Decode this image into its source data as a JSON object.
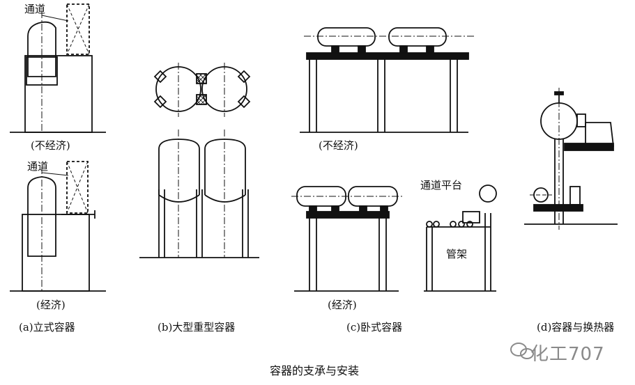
{
  "labels": {
    "passage_a1": "通道",
    "passage_a2": "通道",
    "passage_platform": "通道平台",
    "pipe_rack": "管架"
  },
  "notes": {
    "a_uneconomical": "(不经济)",
    "a_economical": "(经济)",
    "c_uneconomical": "(不经济)",
    "c_economical": "(经济)"
  },
  "captions": {
    "a": "(a)立式容器",
    "b": "(b)大型重型容器",
    "c": "(c)卧式容器",
    "d": "(d)容器与换热器"
  },
  "figure_title": "容器的支承与安装",
  "watermark": {
    "text": "化工707",
    "icon": "wechat-logo-icon"
  },
  "colors": {
    "ink": "#111111",
    "watermark": "#8a8a8a"
  }
}
